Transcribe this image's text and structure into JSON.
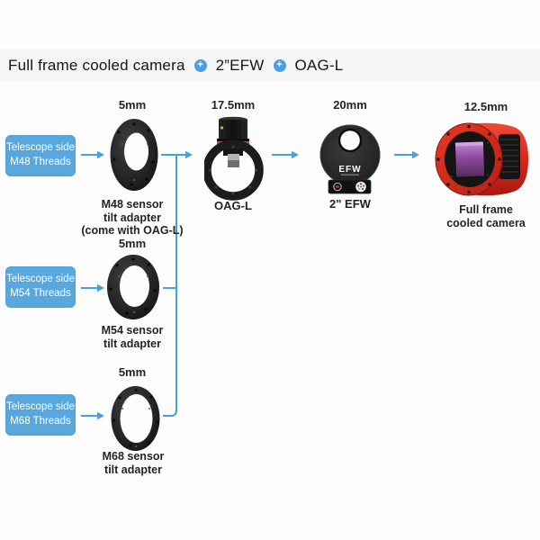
{
  "title": {
    "part1": "Full frame cooled camera",
    "part2": "2”EFW",
    "part3": "OAG-L",
    "plus_glyph": "+"
  },
  "colors": {
    "accent_blue": "#4d9fdc",
    "badge_blue": "#58a8de",
    "title_band_gray": "#f5f5f6",
    "camera_red": "#d3261a",
    "oag_orange": "#cf4a1f",
    "sensor_purple": "#8e4a9e"
  },
  "rows": [
    {
      "badge": {
        "line1": "Telescope side",
        "line2": "M48 Threads"
      },
      "size_label": "5mm",
      "caption": {
        "line1": "M48 sensor",
        "line2": "tilt adapter",
        "line3": "(come with OAG-L)"
      }
    },
    {
      "badge": {
        "line1": "Telescope side",
        "line2": "M54 Threads"
      },
      "size_label": "5mm",
      "caption": {
        "line1": "M54 sensor",
        "line2": "tilt adapter"
      }
    },
    {
      "badge": {
        "line1": "Telescope side",
        "line2": "M68 Threads"
      },
      "size_label": "5mm",
      "caption": {
        "line1": "M68 sensor",
        "line2": "tilt adapter"
      }
    }
  ],
  "chain": {
    "oag": {
      "size_label": "17.5mm",
      "label": "OAG-L"
    },
    "efw": {
      "size_label": "20mm",
      "label": "2\" EFW",
      "device_text": "EFW"
    },
    "camera": {
      "size_label": "12.5mm",
      "label_line1": "Full frame",
      "label_line2": "cooled camera"
    }
  }
}
